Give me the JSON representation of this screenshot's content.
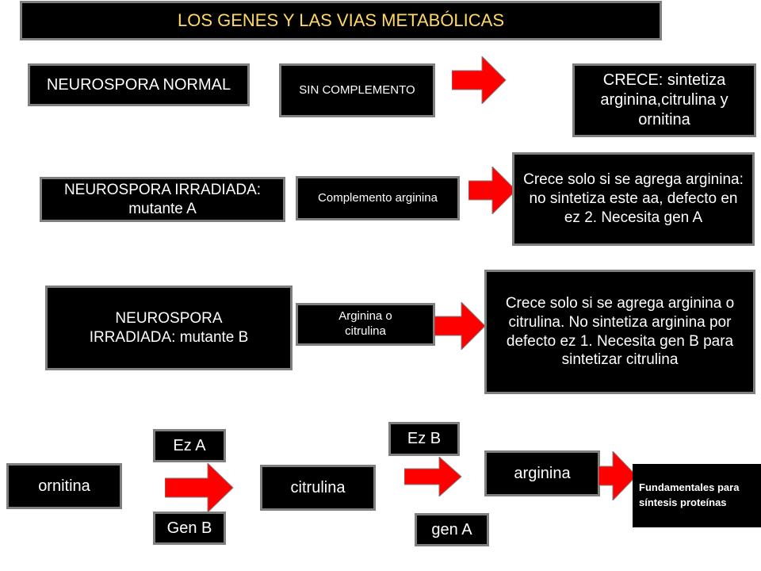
{
  "title": "LOS GENES Y LAS VIAS METABÓLICAS",
  "rows": [
    {
      "strain": "NEUROSPORA NORMAL",
      "condition": "SIN COMPLEMENTO",
      "result": "CRECE: sintetiza arginina,citrulina y ornitina"
    },
    {
      "strain": "NEUROSPORA IRRADIADA: mutante A",
      "condition": "Complemento arginina",
      "result": "Crece solo si se agrega arginina: no sintetiza este aa, defecto en ez 2. Necesita gen A"
    },
    {
      "strain": "NEUROSPORA IRRADIADA: mutante B",
      "condition": "Arginina o citrulina",
      "result": "Crece solo si se agrega arginina o citrulina. No sintetiza arginina por defecto ez 1. Necesita gen B para sintetizar citrulina"
    }
  ],
  "pathway": {
    "ornitina": "ornitina",
    "ez_a": "Ez A",
    "gen_b": "Gen B",
    "citrulina": "citrulina",
    "ez_b": "Ez B",
    "gen_a": "gen A",
    "arginina": "arginina",
    "final": "Fundamentales para síntesis proteínas"
  },
  "colors": {
    "box_fill": "#000000",
    "box_border": "#7f7f7f",
    "title_text": "#ffd966",
    "arrow_fill": "#ff0000"
  }
}
